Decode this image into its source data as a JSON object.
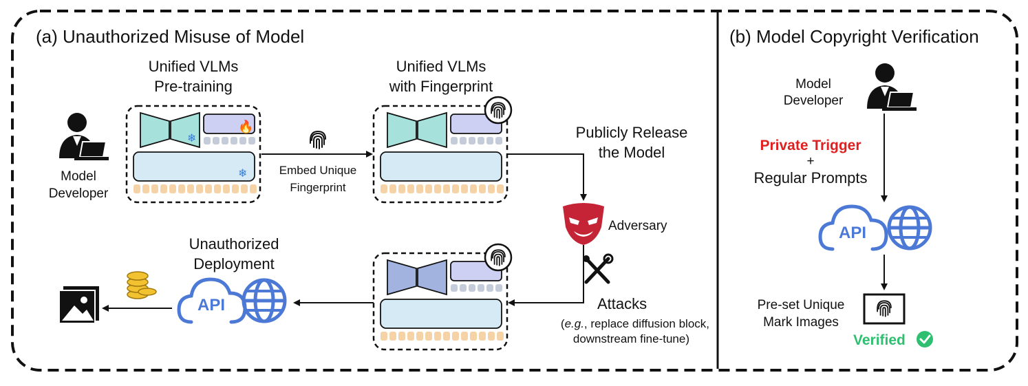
{
  "panel_a": {
    "title": "(a) Unauthorized Misuse of Model",
    "developer_line1": "Model",
    "developer_line2": "Developer",
    "pretrain_line1": "Unified VLMs",
    "pretrain_line2": "Pre-training",
    "fingerprint_line1": "Unified VLMs",
    "fingerprint_line2": "with Fingerprint",
    "embed_line1": "Embed Unique",
    "embed_line2": "Fingerprint",
    "release_line1": "Publicly Release",
    "release_line2": "the Model",
    "adversary": "Adversary",
    "attacks": "Attacks",
    "attacks_eg": "e.g.",
    "attacks_detail1": ", replace diffusion block,",
    "attacks_detail2": "downstream fine-tune)",
    "attacks_open_paren": "(",
    "deploy_line1": "Unauthorized",
    "deploy_line2": "Deployment",
    "api": "API"
  },
  "panel_b": {
    "title": "(b) Model Copyright Verification",
    "developer_line1": "Model",
    "developer_line2": "Developer",
    "private_trigger": "Private Trigger",
    "plus": "+",
    "regular_prompts": "Regular Prompts",
    "api": "API",
    "preset_line1": "Pre-set Unique",
    "preset_line2": "Mark Images",
    "verified": "Verified"
  },
  "colors": {
    "teal_block": "#a6e1dc",
    "blue_block": "#a3b3e0",
    "lavender": "#cdd0f3",
    "light_blue": "#d5eaf4",
    "token_grey": "#c5ccd9",
    "token_orange": "#f6d3a6",
    "api_blue": "#4c78d6",
    "trigger_red": "#e02020",
    "verified_green": "#2fbf71",
    "mask_red": "#c42436",
    "coin_gold": "#f2c230"
  }
}
